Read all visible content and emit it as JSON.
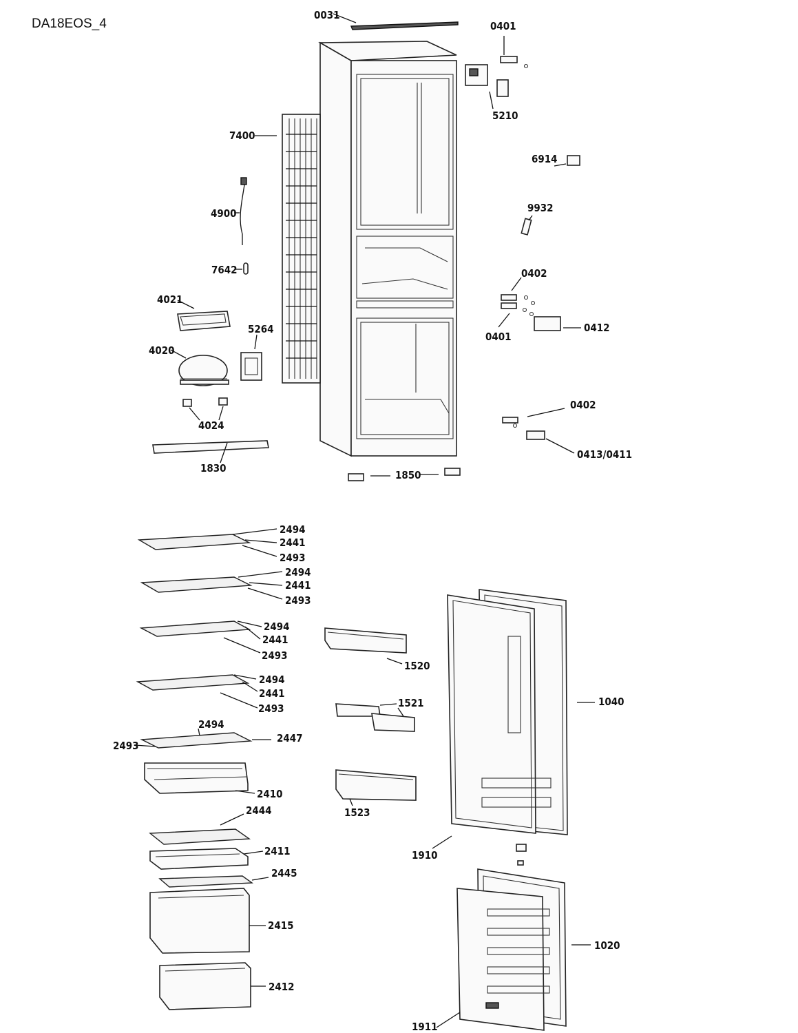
{
  "model": "DA18EOS_4",
  "labels": {
    "p0031": "0031",
    "p0401a": "0401",
    "p5210": "5210",
    "p7400": "7400",
    "p6914": "6914",
    "p4900": "4900",
    "p9932": "9932",
    "p7642": "7642",
    "p0402a": "0402",
    "p4021": "4021",
    "p0412": "0412",
    "p0401b": "0401",
    "p5264": "5264",
    "p4020": "4020",
    "p0402b": "0402",
    "p4024": "4024",
    "p0413": "0413/0411",
    "p1830": "1830",
    "p1850": "1850",
    "s1_2494": "2494",
    "s1_2441": "2441",
    "s1_2493": "2493",
    "s2_2494": "2494",
    "s2_2441": "2441",
    "s2_2493": "2493",
    "s3_2494": "2494",
    "s3_2441": "2441",
    "s3_2493": "2493",
    "s4_2494": "2494",
    "s4_2441": "2441",
    "s4_2493": "2493",
    "s5_2494": "2494",
    "s5_2493": "2493",
    "s5_2447": "2447",
    "p2410": "2410",
    "p2444": "2444",
    "p2411": "2411",
    "p2445": "2445",
    "p2415": "2415",
    "p2412": "2412",
    "p1520": "1520",
    "p1521": "1521",
    "p1523": "1523",
    "p1040": "1040",
    "p1910": "1910",
    "p1020": "1020",
    "p1911": "1911"
  }
}
